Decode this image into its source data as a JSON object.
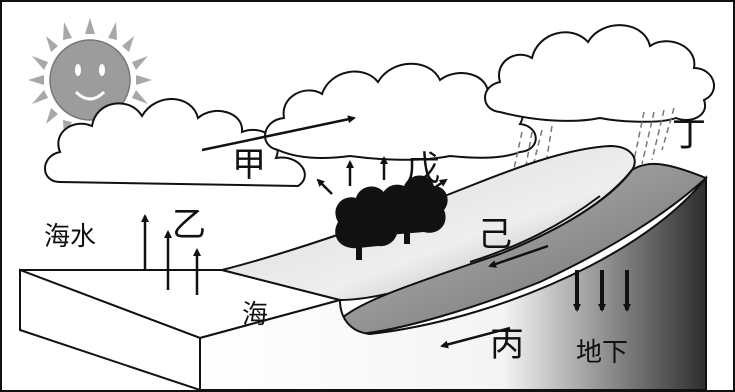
{
  "labels": {
    "jia": "甲",
    "yi": "乙",
    "bing": "丙",
    "ding": "丁",
    "wu": "戊",
    "ji": "己",
    "seawater": "海水",
    "sea": "海",
    "underground": "地下"
  },
  "colors": {
    "outline": "#111111",
    "sun": "#9a9a9a",
    "land_light": "#e6e6e6",
    "land_dark": "#4a4a4a",
    "tree": "#111111"
  }
}
